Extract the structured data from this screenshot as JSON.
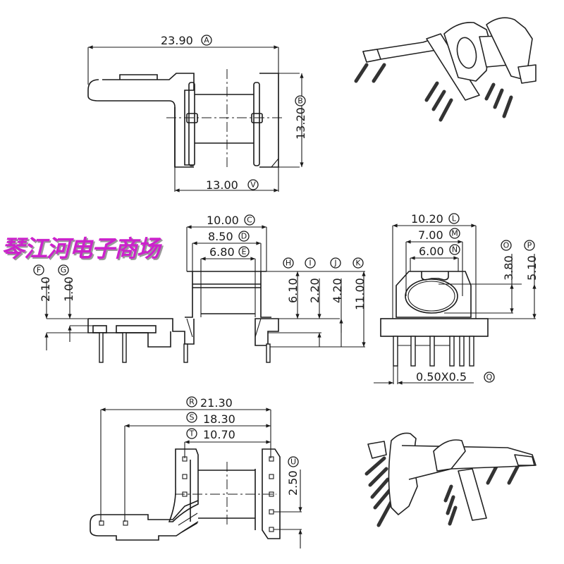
{
  "watermark": {
    "text": "琴江河电子商场",
    "color": "#cc22cc"
  },
  "views": {
    "top_view": {
      "dims": [
        {
          "value": "23.90",
          "label": "A"
        },
        {
          "value": "13.20",
          "label": "B"
        },
        {
          "value": "13.00",
          "label": "V"
        }
      ]
    },
    "front_view": {
      "dims": [
        {
          "value": "10.00",
          "label": "C"
        },
        {
          "value": "8.50",
          "label": "D"
        },
        {
          "value": "6.80",
          "label": "E"
        },
        {
          "value": "2.10",
          "label": "F"
        },
        {
          "value": "1.00",
          "label": "G"
        },
        {
          "value": "6.10",
          "label": "H"
        },
        {
          "value": "2.20",
          "label": "I"
        },
        {
          "value": "4.20",
          "label": "J"
        },
        {
          "value": "11.00",
          "label": "K"
        }
      ]
    },
    "side_view": {
      "dims": [
        {
          "value": "10.20",
          "label": "L"
        },
        {
          "value": "7.00",
          "label": "M"
        },
        {
          "value": "6.00",
          "label": "N"
        },
        {
          "value": "3.80",
          "label": "O"
        },
        {
          "value": "5.10",
          "label": "P"
        },
        {
          "value": "0.50X0.5",
          "label": "Q"
        }
      ]
    },
    "bottom_view": {
      "dims": [
        {
          "value": "21.30",
          "label": "R"
        },
        {
          "value": "18.30",
          "label": "S"
        },
        {
          "value": "10.70",
          "label": "T"
        },
        {
          "value": "2.50",
          "label": "U"
        }
      ]
    }
  },
  "iso_views": [
    "isometric-view-top",
    "isometric-view-bottom"
  ]
}
